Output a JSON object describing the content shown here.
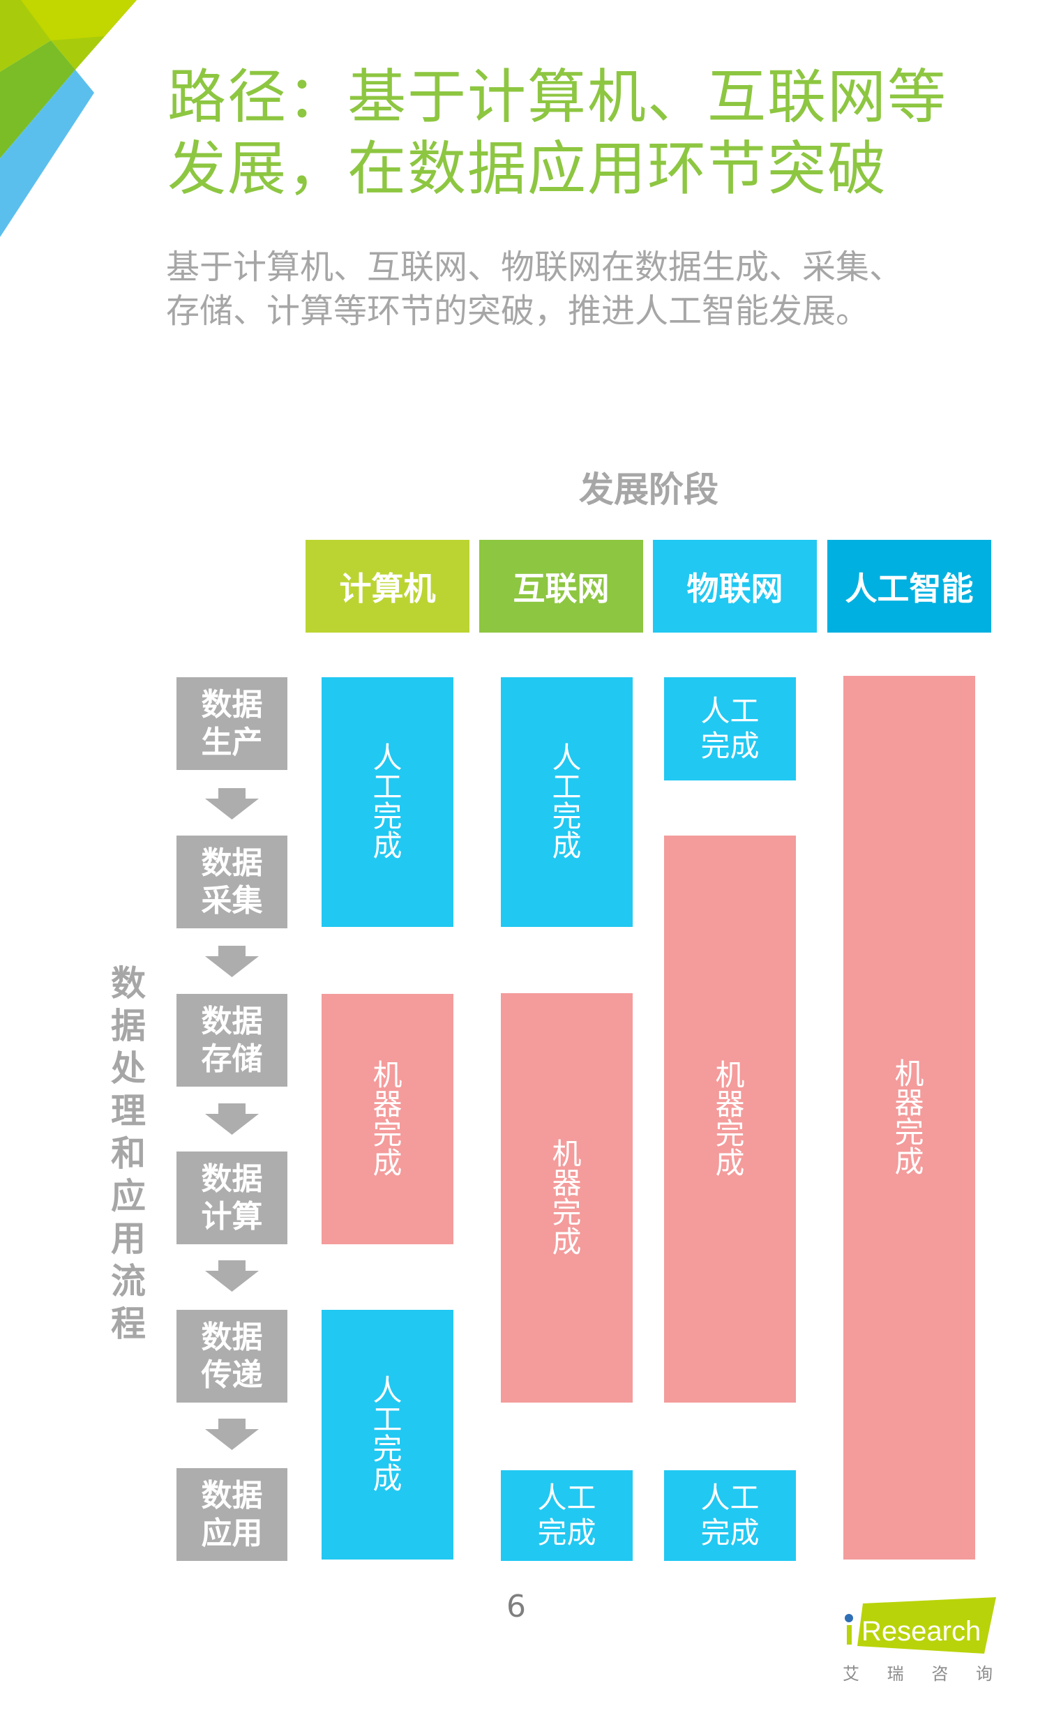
{
  "title": {
    "line1": "路径：基于计算机、互联网等",
    "line2": "发展，在数据应用环节突破"
  },
  "subtitle": {
    "line1": "基于计算机、互联网、物联网在数据生成、采集、",
    "line2": "存储、计算等环节的突破，推进人工智能发展。"
  },
  "diagram": {
    "stage_heading": "发展阶段",
    "stages": [
      {
        "label": "计算机",
        "color": "#bcd432"
      },
      {
        "label": "互联网",
        "color": "#8dc641"
      },
      {
        "label": "物联网",
        "color": "#21c8f2"
      },
      {
        "label": "人工智能",
        "color": "#00b0e0"
      }
    ],
    "process_label": "数据处理和应用流程",
    "steps": [
      {
        "line1": "数据",
        "line2": "生产"
      },
      {
        "line1": "数据",
        "line2": "采集"
      },
      {
        "line1": "数据",
        "line2": "存储"
      },
      {
        "line1": "数据",
        "line2": "计算"
      },
      {
        "line1": "数据",
        "line2": "传递"
      },
      {
        "line1": "数据",
        "line2": "应用"
      }
    ],
    "legend_colors": {
      "human": "#21c8f2",
      "machine": "#f49b9b",
      "step": "#adadad"
    },
    "cells": {
      "computer": [
        {
          "type": "human",
          "label": "人工完成",
          "from_step": "数据生产",
          "to_step": "数据采集"
        },
        {
          "type": "machine",
          "label": "机器完成",
          "from_step": "数据存储",
          "to_step": "数据计算"
        },
        {
          "type": "human",
          "label": "人工完成",
          "from_step": "数据传递",
          "to_step": "数据应用"
        }
      ],
      "internet": [
        {
          "type": "human",
          "label": "人工完成",
          "from_step": "数据生产",
          "to_step": "数据采集"
        },
        {
          "type": "machine",
          "label": "机器完成",
          "from_step": "数据存储",
          "to_step": "数据传递"
        },
        {
          "type": "human",
          "label_line1": "人工",
          "label_line2": "完成",
          "label": "人工完成",
          "from_step": "数据应用",
          "to_step": "数据应用"
        }
      ],
      "iot": [
        {
          "type": "human",
          "label_line1": "人工",
          "label_line2": "完成",
          "label": "人工完成",
          "from_step": "数据生产",
          "to_step": "数据生产"
        },
        {
          "type": "machine",
          "label": "机器完成",
          "from_step": "数据采集",
          "to_step": "数据传递"
        },
        {
          "type": "human",
          "label_line1": "人工",
          "label_line2": "完成",
          "label": "人工完成",
          "from_step": "数据应用",
          "to_step": "数据应用"
        }
      ],
      "ai": [
        {
          "type": "machine",
          "label": "机器完成",
          "from_step": "数据生产",
          "to_step": "数据应用"
        }
      ]
    }
  },
  "footer": {
    "page_number": "6",
    "logo_text": "iResearch",
    "logo_subtext": [
      "艾",
      "瑞",
      "咨",
      "询"
    ]
  }
}
